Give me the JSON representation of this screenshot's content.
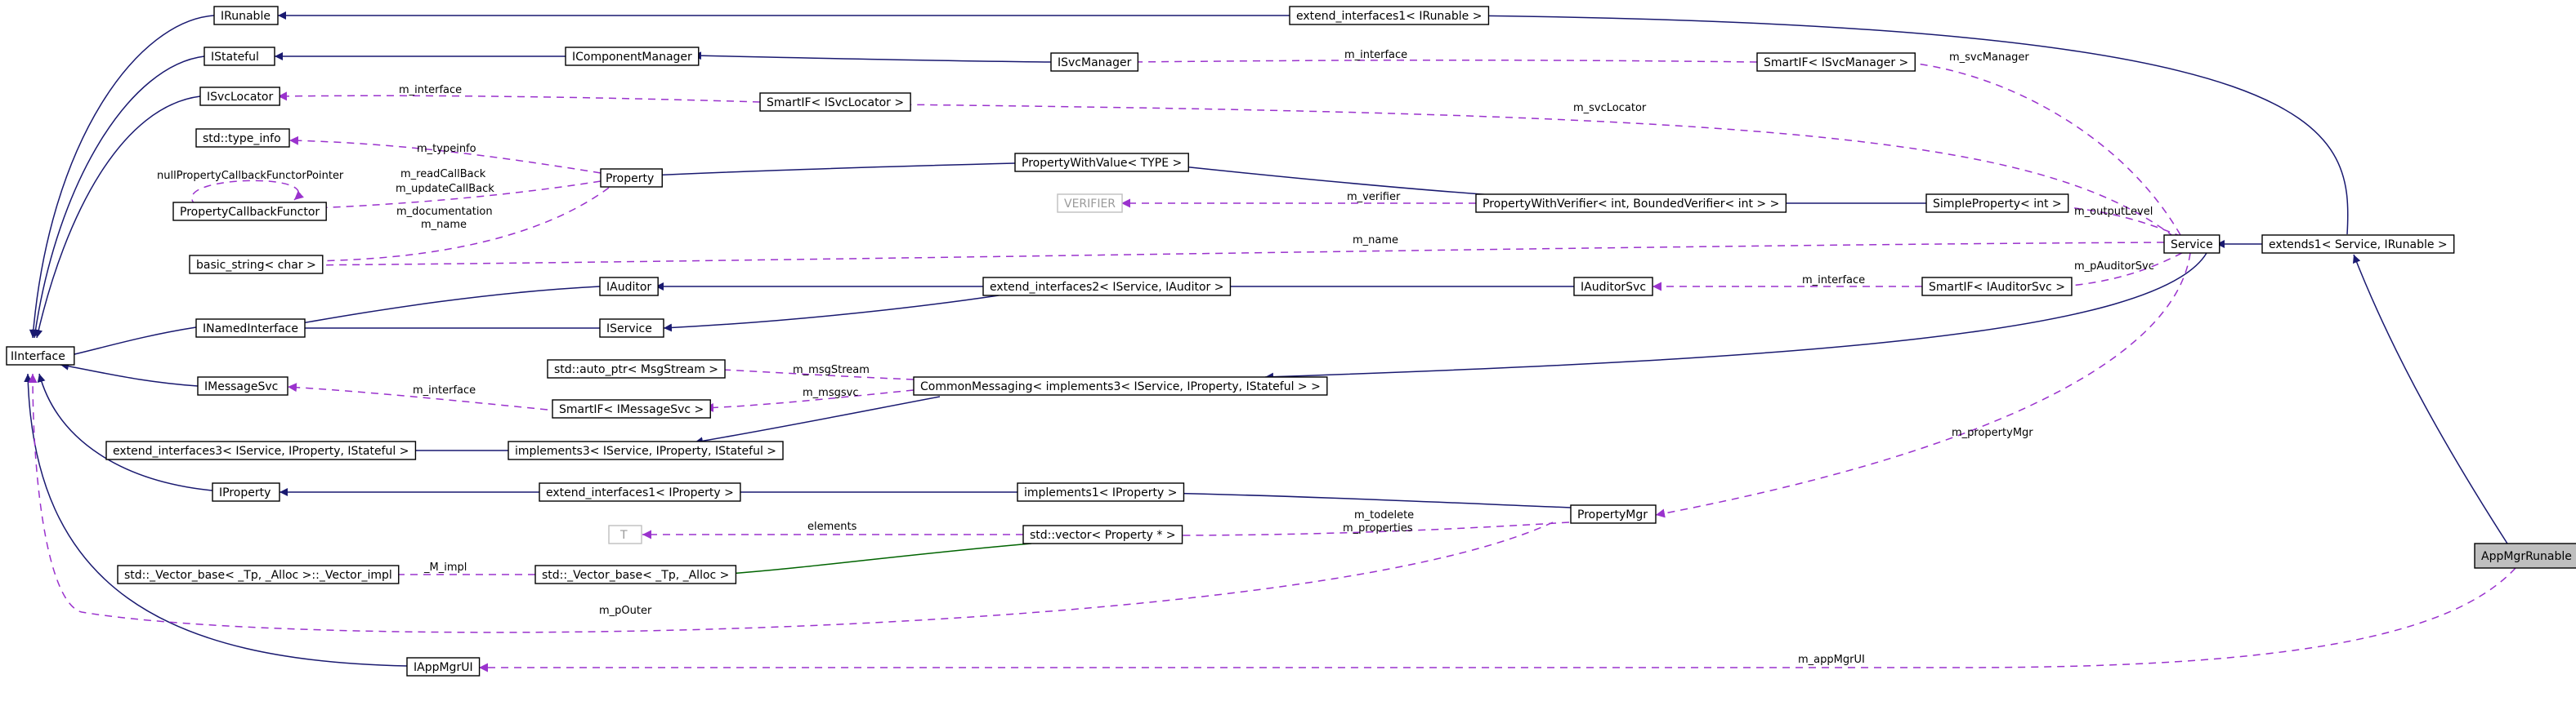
{
  "colors": {
    "inheritance": "#191970",
    "usage": "#9a32cd",
    "template": "#006400",
    "selected_fill": "#bfbfbf"
  },
  "nodes": {
    "IRunable": "IRunable",
    "IStateful": "IStateful",
    "ISvcLocator": "ISvcLocator",
    "std_type_info": "std::type_info",
    "PropertyCallbackFunctor": "PropertyCallbackFunctor",
    "basic_string": "basic_string< char >",
    "INamedInterface": "INamedInterface",
    "IInterface": "IInterface",
    "IMessageSvc": "IMessageSvc",
    "extend_interfaces3": "extend_interfaces3< IService, IProperty, IStateful >",
    "IProperty": "IProperty",
    "Vector_impl": "std::_Vector_base< _Tp, _Alloc >::_Vector_impl",
    "IAppMgrUI": "IAppMgrUI",
    "IComponentManager": "IComponentManager",
    "SmartIF_ISvcLocator": "SmartIF< ISvcLocator >",
    "Property": "Property",
    "IAuditor": "IAuditor",
    "IService": "IService",
    "auto_ptr_MsgStream": "std::auto_ptr< MsgStream >",
    "SmartIF_IMessageSvc": "SmartIF< IMessageSvc >",
    "implements3": "implements3< IService, IProperty, IStateful >",
    "extend_interfaces1_IProperty": "extend_interfaces1< IProperty >",
    "T": "T",
    "Vector_base": "std::_Vector_base< _Tp, _Alloc >",
    "ISvcManager": "ISvcManager",
    "PropertyWithValue": "PropertyWithValue< TYPE >",
    "VERIFIER": "VERIFIER",
    "extend_interfaces2": "extend_interfaces2< IService, IAuditor >",
    "CommonMessaging": "CommonMessaging< implements3< IService, IProperty, IStateful > >",
    "implements1_IProperty": "implements1< IProperty >",
    "vector_Property": "std::vector< Property * >",
    "extend_interfaces1_IRunable": "extend_interfaces1< IRunable >",
    "PropertyWithVerifier": "PropertyWithVerifier< int, BoundedVerifier< int > >",
    "IAuditorSvc": "IAuditorSvc",
    "SmartIF_ISvcManager": "SmartIF< ISvcManager >",
    "SimpleProperty": "SimpleProperty< int >",
    "SmartIF_IAuditorSvc": "SmartIF< IAuditorSvc >",
    "PropertyMgr": "PropertyMgr",
    "Service": "Service",
    "extends1": "extends1< Service, IRunable >",
    "AppMgrRunable": "AppMgrRunable"
  },
  "edge_labels": {
    "m_interface_svclocator": "m_interface",
    "m_interface_svcmanager": "m_interface",
    "m_svcManager": "m_svcManager",
    "m_svcLocator": "m_svcLocator",
    "m_typeinfo": "m_typeinfo",
    "nullPropertyCallbackFunctorPointer": "nullPropertyCallbackFunctorPointer",
    "m_readCallBack": "m_readCallBack",
    "m_updateCallBack": "m_updateCallBack",
    "m_documentation": "m_documentation",
    "m_name_prop": "m_name",
    "m_verifier": "m_verifier",
    "m_outputLevel": "m_outputLevel",
    "m_name_svc": "m_name",
    "m_interface_auditor": "m_interface",
    "m_pAuditorSvc": "m_pAuditorSvc",
    "m_msgStream": "m_msgStream",
    "m_interface_msg": "m_interface",
    "m_msgsvc": "m_msgsvc",
    "m_propertyMgr": "m_propertyMgr",
    "elements": "elements",
    "m_todelete": "m_todelete",
    "m_properties": "m_properties",
    "M_impl": "_M_impl",
    "m_pOuter": "m_pOuter",
    "m_appMgrUI": "m_appMgrUI"
  }
}
